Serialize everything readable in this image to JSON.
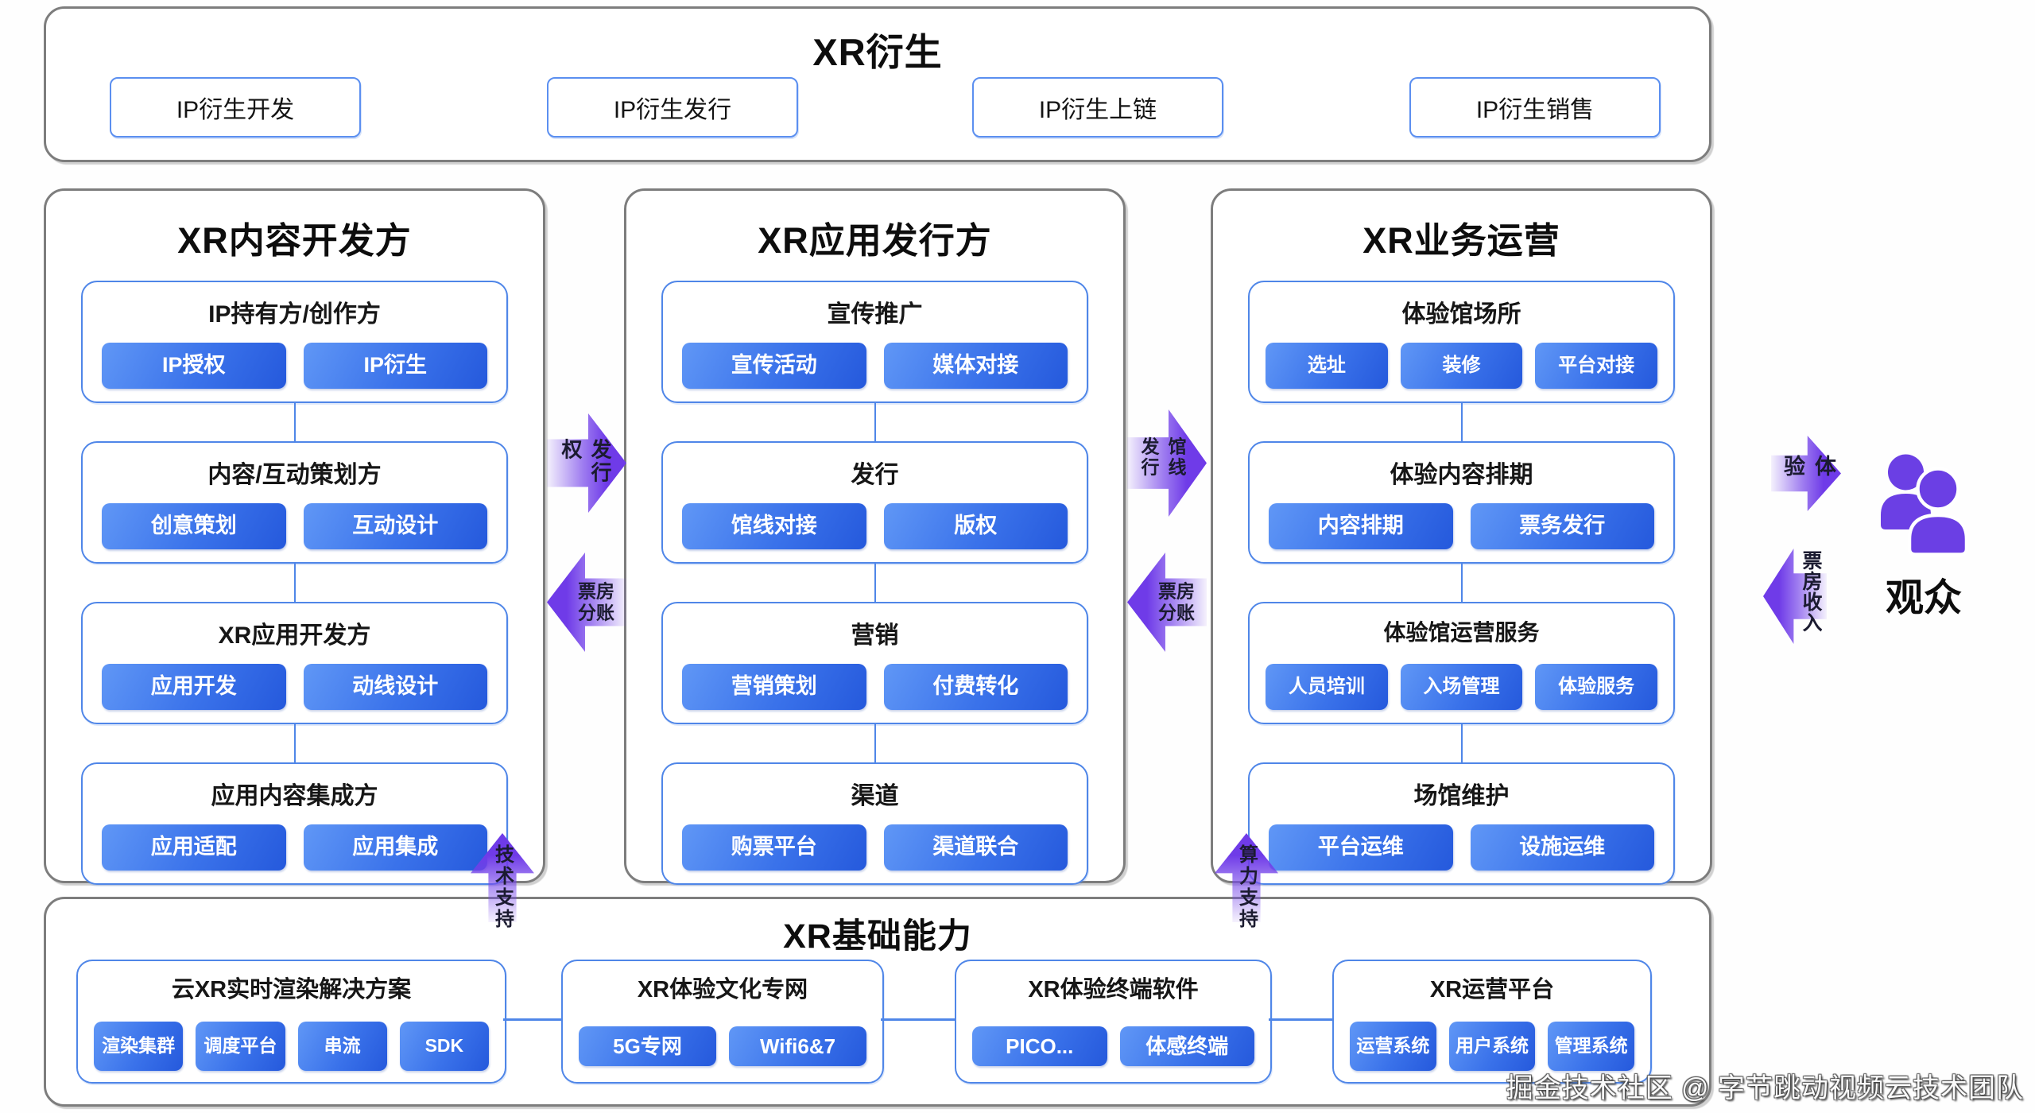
{
  "top_panel": {
    "title": "XR衍生",
    "items": [
      "IP衍生开发",
      "IP衍生发行",
      "IP衍生上链",
      "IP衍生销售"
    ]
  },
  "columns": [
    {
      "title": "XR内容开发方",
      "groups": [
        {
          "title": "IP持有方/创作方",
          "chips": [
            "IP授权",
            "IP衍生"
          ]
        },
        {
          "title": "内容/互动策划方",
          "chips": [
            "创意策划",
            "互动设计"
          ]
        },
        {
          "title": "XR应用开发方",
          "chips": [
            "应用开发",
            "动线设计"
          ]
        },
        {
          "title": "应用内容集成方",
          "chips": [
            "应用适配",
            "应用集成"
          ]
        }
      ]
    },
    {
      "title": "XR应用发行方",
      "groups": [
        {
          "title": "宣传推广",
          "chips": [
            "宣传活动",
            "媒体对接"
          ]
        },
        {
          "title": "发行",
          "chips": [
            "馆线对接",
            "版权"
          ]
        },
        {
          "title": "营销",
          "chips": [
            "营销策划",
            "付费转化"
          ]
        },
        {
          "title": "渠道",
          "chips": [
            "购票平台",
            "渠道联合"
          ]
        }
      ]
    },
    {
      "title": "XR业务运营",
      "groups": [
        {
          "title": "体验馆场所",
          "chips": [
            "选址",
            "装修",
            "平台对接"
          ]
        },
        {
          "title": "体验内容排期",
          "chips": [
            "内容排期",
            "票务发行"
          ]
        },
        {
          "title": "体验馆运营服务",
          "chips": [
            "人员培训",
            "入场管理",
            "体验服务"
          ]
        },
        {
          "title": "场馆维护",
          "chips": [
            "平台运维",
            "设施运维"
          ]
        }
      ]
    }
  ],
  "bottom_panel": {
    "title": "XR基础能力",
    "groups": [
      {
        "title": "云XR实时渲染解决方案",
        "chips": [
          "渲染集群",
          "调度平台",
          "串流",
          "SDK"
        ]
      },
      {
        "title": "XR体验文化专网",
        "chips": [
          "5G专网",
          "Wifi6&7"
        ]
      },
      {
        "title": "XR体验终端软件",
        "chips": [
          "PICO...",
          "体感终端"
        ]
      },
      {
        "title": "XR运营平台",
        "chips": [
          "运营系统",
          "用户系统",
          "管理系统"
        ]
      }
    ]
  },
  "arrows": {
    "publishing_rights": "发行权",
    "box_office_share_left": "票房分账",
    "venue_distribution": "馆线发行",
    "box_office_share_right": "票房分账",
    "experience": "体验",
    "box_office_revenue": "票房收入",
    "tech_support": "技术支持",
    "compute_support": "算力支持"
  },
  "audience": {
    "label": "观众"
  },
  "watermark": "掘金技术社区 @ 字节跳动视频云技术团队",
  "colors": {
    "chip_blue": "#2f67e2",
    "box_border_blue": "#4f86e8",
    "panel_border_gray": "#7d7d7d",
    "arrow_purple": "#6f3be8"
  }
}
